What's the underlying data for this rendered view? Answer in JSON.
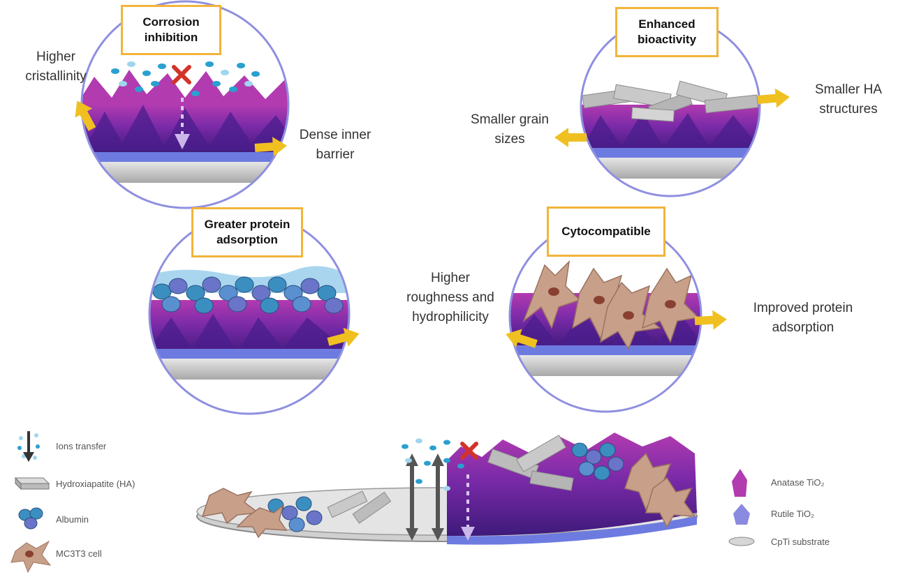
{
  "panels": {
    "corrosion": {
      "title_line1": "Corrosion",
      "title_line2": "inhibition",
      "left_line1": "Higher",
      "left_line2": "cristallinity",
      "right_line1": "Dense inner",
      "right_line2": "barrier"
    },
    "bioactivity": {
      "title_line1": "Enhanced",
      "title_line2": "bioactivity",
      "left_line1": "Smaller grain",
      "left_line2": "sizes",
      "right_line1": "Smaller HA",
      "right_line2": "structures"
    },
    "protein": {
      "title_line1": "Greater protein",
      "title_line2": "adsorption"
    },
    "center": {
      "line1": "Higher",
      "line2": "roughness and",
      "line3": "hydrophilicity"
    },
    "cyto": {
      "title": "Cytocompatible",
      "right_line1": "Improved protein",
      "right_line2": "adsorption"
    }
  },
  "legend_left": {
    "ions": "Ions transfer",
    "ha": "Hydroxiapatite (HA)",
    "albumin": "Albumin",
    "cell": "MC3T3 cell"
  },
  "legend_right": {
    "anatase": "Anatase TiO₂",
    "rutile": "Rutile TiO₂",
    "substrate": "CpTi substrate"
  },
  "colors": {
    "circle": "#8f8fe0",
    "box_border": "#f2b43a",
    "arrow": "#f0c020",
    "oxide_dark": "#4a1e8c",
    "oxide_mid": "#7a2aa8",
    "oxide_pink": "#b23bb0",
    "substrate": "#c9c9c9",
    "albumin": "#3a8fc0",
    "cell": "#c8a08a",
    "ion": "#2aa0d0",
    "cross": "#d2332a"
  }
}
